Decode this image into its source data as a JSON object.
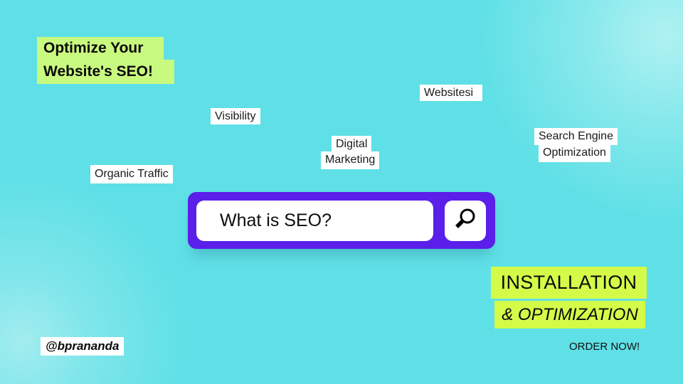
{
  "headline": {
    "line1": "Optimize Your",
    "line2": "Website's SEO!"
  },
  "tags": {
    "visibility": "Visibility",
    "websitesi": "Websitesi",
    "digital_marketing_1": "Digital",
    "digital_marketing_2": "Marketing",
    "search_engine_1": "Search Engine",
    "search_engine_2": "Optimization",
    "organic_traffic": "Organic Traffic"
  },
  "search": {
    "query": "What is SEO?",
    "button_icon": "search-icon"
  },
  "cta": {
    "line1": "INSTALLATION",
    "line2": "& OPTIMIZATION",
    "order": "ORDER NOW!"
  },
  "author": {
    "handle": "@bprananda"
  },
  "colors": {
    "background": "#5fe0e6",
    "headline_bg": "#c9fa80",
    "cta_bg": "#d4fb48",
    "search_frame": "#5a1fe8",
    "tag_bg": "#ffffff"
  }
}
